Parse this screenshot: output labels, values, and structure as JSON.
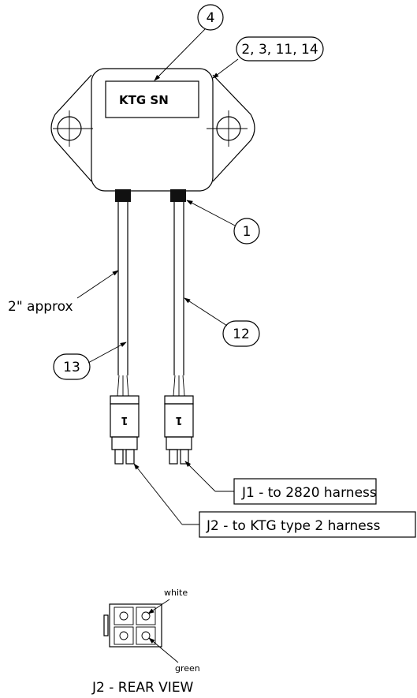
{
  "labels": {
    "serial_label": "KTG SN",
    "callout_4": "4",
    "callout_2_3_11_14": "2, 3, 11, 14",
    "callout_1": "1",
    "callout_12": "12",
    "callout_13": "13",
    "length_note": "2\" approx",
    "connector_mark_left": "1",
    "connector_mark_right": "1",
    "j1_label": "J1 - to 2820 harness",
    "j2_label": "J2 - to KTG type 2 harness",
    "wire_white": "white",
    "wire_green": "green",
    "rear_view_title": "J2 - REAR VIEW"
  }
}
